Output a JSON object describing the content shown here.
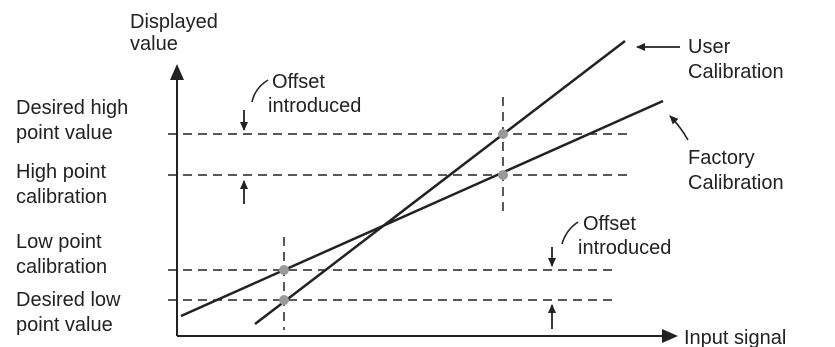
{
  "axes": {
    "y_label_line1": "Displayed",
    "y_label_line2": "value",
    "x_label": "Input signal"
  },
  "levels": {
    "desired_high_line1": "Desired high",
    "desired_high_line2": "point value",
    "high_cal_line1": "High point",
    "high_cal_line2": "calibration",
    "low_cal_line1": "Low point",
    "low_cal_line2": "calibration",
    "desired_low_line1": "Desired low",
    "desired_low_line2": "point value"
  },
  "annotations": {
    "offset_top_line1": "Offset",
    "offset_top_line2": "introduced",
    "offset_bottom_line1": "Offset",
    "offset_bottom_line2": "introduced"
  },
  "lines": {
    "user_line1": "User",
    "user_line2": "Calibration",
    "factory_line1": "Factory",
    "factory_line2": "Calibration"
  },
  "colors": {
    "line": "#222222",
    "marker": "#9a9a9a",
    "background": "#ffffff"
  }
}
